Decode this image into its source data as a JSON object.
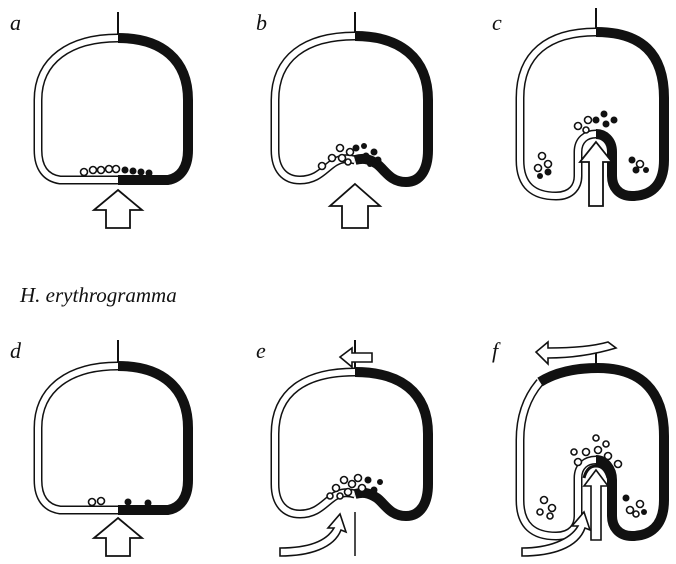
{
  "figure": {
    "caption": "H. erythrogramma",
    "panels": [
      {
        "label": "a",
        "stage": "flat vegetal plate, ingression begins",
        "arrow": "up"
      },
      {
        "label": "b",
        "stage": "vegetal plate buckles inward",
        "arrow": "up"
      },
      {
        "label": "c",
        "stage": "archenteron extends, cells released into blastocoel",
        "arrow": "up-long"
      },
      {
        "label": "d",
        "stage": "flat vegetal plate",
        "arrow": "up"
      },
      {
        "label": "e",
        "stage": "invagination with tissue rotation",
        "arrow": "rotate"
      },
      {
        "label": "f",
        "stage": "archenteron extends with rotation",
        "arrow": "rotate-long"
      }
    ]
  },
  "colors": {
    "ink": "#111111",
    "paper": "#ffffff"
  }
}
